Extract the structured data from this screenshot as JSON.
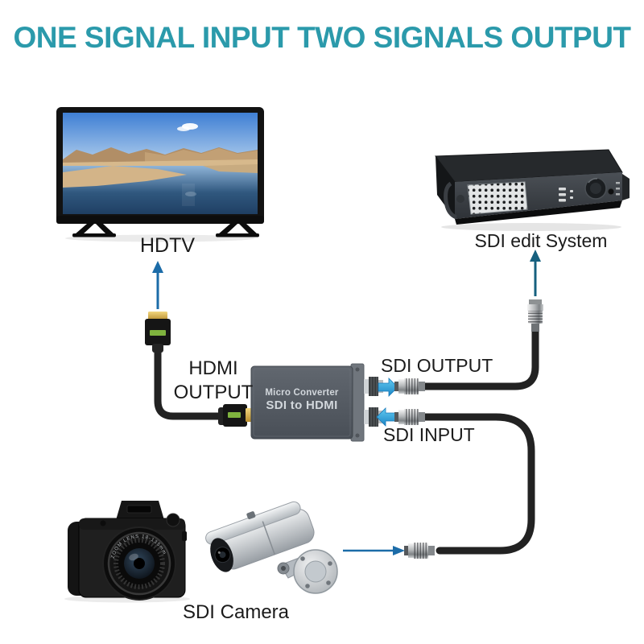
{
  "title": "ONE SIGNAL INPUT TWO SIGNALS OUTPUT",
  "devices": {
    "hdtv": {
      "label": "HDTV"
    },
    "sdi_edit_system": {
      "label": "SDI edit System"
    },
    "sdi_camera": {
      "label": "SDI Camera",
      "dslr_lens_text": "ZOOM LENS 18-135mm"
    }
  },
  "converter": {
    "title": "Micro Converter",
    "subtitle": "SDI to HDMI"
  },
  "connections": {
    "hdmi_output_line1": "HDMI",
    "hdmi_output_line2": "OUTPUT",
    "sdi_output": "SDI OUTPUT",
    "sdi_input": "SDI INPUT"
  },
  "colors": {
    "title_teal": "#2B9AAB",
    "label_black": "#1B1B1B",
    "arrow_blue": "#1C6CA8",
    "arrow_teal": "#16607F",
    "cyan_arrow": "#3EB8E9",
    "cyan_arrow_dark": "#1879B9",
    "converter_body": "#555B63",
    "converter_flange": "#70767D",
    "converter_text": "#D2D7DC",
    "cable_black": "#222222",
    "hdmi_gold": "#D9B14A",
    "hdmi_label_green": "#7FB33E",
    "background": "#FFFFFF"
  }
}
